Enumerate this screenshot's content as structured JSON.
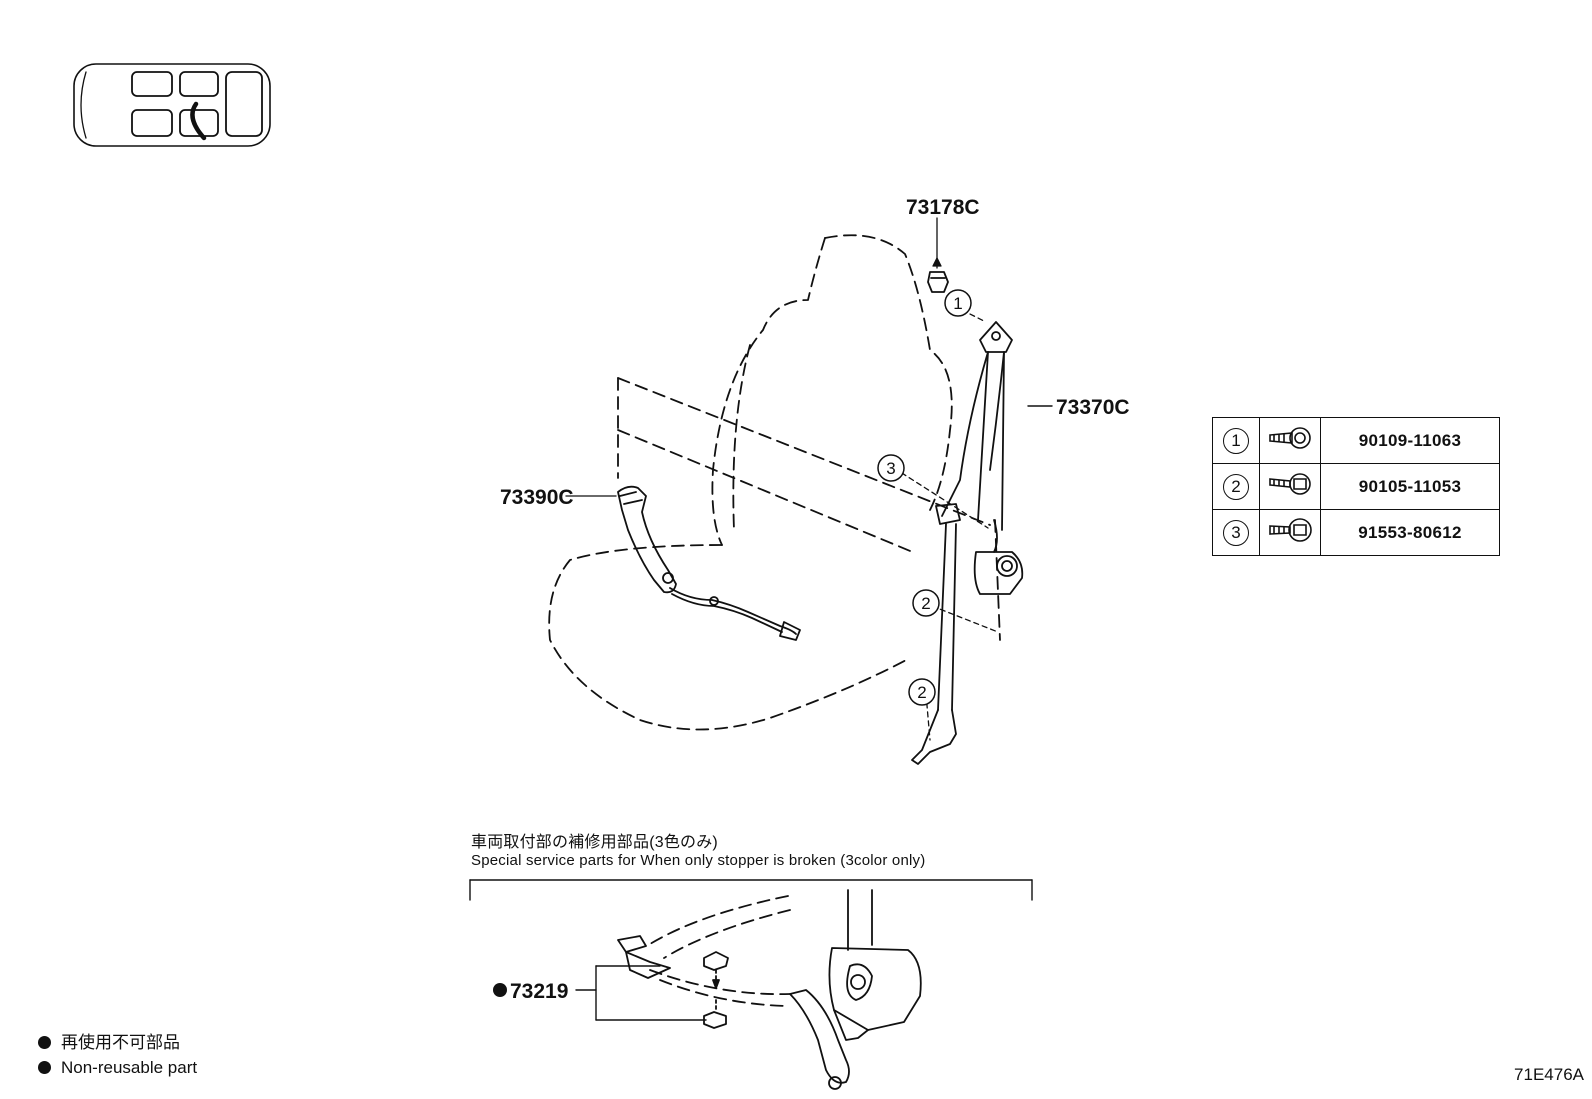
{
  "callouts": {
    "part_73178c": "73178C",
    "part_73370c": "73370C",
    "part_73390c": "73390C",
    "part_73219": "73219",
    "ref_1": "1",
    "ref_2": "2",
    "ref_3": "3"
  },
  "parts_table": [
    {
      "ref": "1",
      "icon": "bolt-with-collar-icon",
      "part_number": "90109-11063"
    },
    {
      "ref": "2",
      "icon": "flange-bolt-icon",
      "part_number": "90105-11053"
    },
    {
      "ref": "3",
      "icon": "flange-bolt-icon",
      "part_number": "91553-80612"
    }
  ],
  "service_section": {
    "title_jp": "車両取付部の補修用部品(3色のみ)",
    "title_en": "Special service parts for When only stopper is broken (3color only)"
  },
  "legend": {
    "jp": "再使用不可部品",
    "en": "Non-reusable part"
  },
  "illustration_code": "71E476A",
  "colors": {
    "ink": "#111111",
    "background": "#ffffff"
  }
}
